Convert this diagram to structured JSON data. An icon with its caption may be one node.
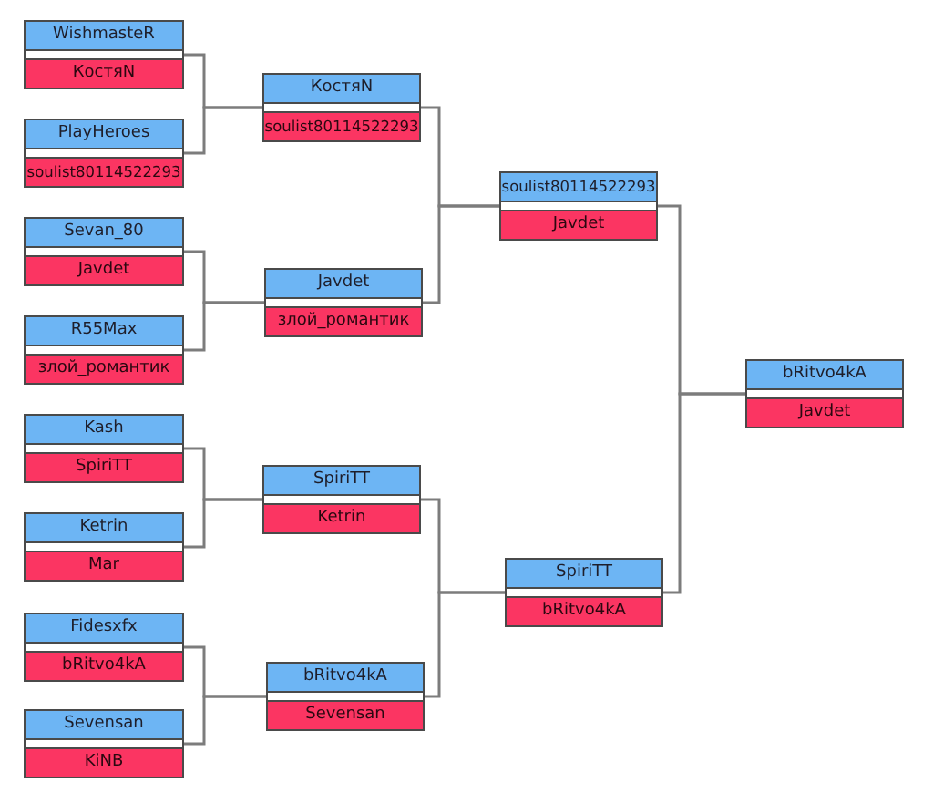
{
  "diagram": {
    "nodes": [
      {
        "text": [
          "WishmasteR",
          "КостяN"
        ]
      },
      {
        "text": [
          "PlayHeroes",
          "soulist80114522293"
        ]
      },
      {
        "text": [
          "Sevan_80",
          "Javdet"
        ]
      },
      {
        "text": [
          "R55Max",
          "злой_романтик"
        ]
      },
      {
        "text": [
          "Kash",
          "SpiriTT"
        ]
      },
      {
        "text": [
          "Ketrin",
          "Mar"
        ]
      },
      {
        "text": [
          "Fidesxfx",
          "bRitvo4kA"
        ]
      },
      {
        "text": [
          "Sevensan",
          "KiNB"
        ]
      },
      {
        "text": [
          "КостяN",
          "soulist80114522293"
        ]
      },
      {
        "text": [
          "Javdet",
          "злой_романтик"
        ]
      },
      {
        "text": [
          "SpiriTT",
          "Ketrin"
        ]
      },
      {
        "text": [
          "bRitvo4kA",
          "Sevensan"
        ]
      },
      {
        "text": [
          "soulist80114522293",
          "Javdet"
        ]
      },
      {
        "text": [
          "SpiriTT",
          "bRitvo4kA"
        ]
      },
      {
        "text": [
          "bRitvo4kA",
          "Javdet"
        ]
      }
    ],
    "edges": [
      {
        "from": 0,
        "to": 8,
        "arrow": "none"
      },
      {
        "from": 1,
        "to": 8,
        "arrow": "none"
      },
      {
        "from": 2,
        "to": 9,
        "arrow": "none"
      },
      {
        "from": 3,
        "to": 9,
        "arrow": "none"
      },
      {
        "from": 4,
        "to": 10,
        "arrow": "none"
      },
      {
        "from": 5,
        "to": 10,
        "arrow": "none"
      },
      {
        "from": 6,
        "to": 11,
        "arrow": "none"
      },
      {
        "from": 7,
        "to": 11,
        "arrow": "none"
      },
      {
        "from": 8,
        "to": 12,
        "arrow": "none"
      },
      {
        "from": 9,
        "to": 12,
        "arrow": "none"
      },
      {
        "from": 10,
        "to": 13,
        "arrow": "none"
      },
      {
        "from": 11,
        "to": 13,
        "arrow": "none"
      },
      {
        "from": 12,
        "to": 14,
        "arrow": "none"
      },
      {
        "from": 13,
        "to": 14,
        "arrow": "none"
      }
    ]
  }
}
